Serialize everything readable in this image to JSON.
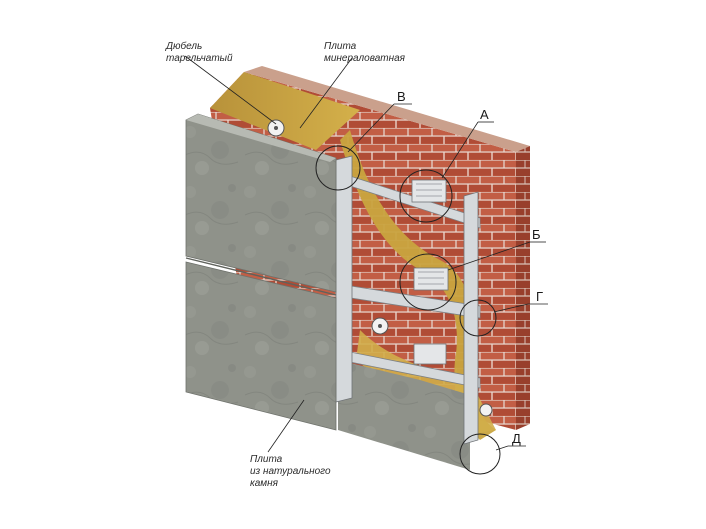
{
  "labels": {
    "dowel": [
      "Дюбель",
      "тарельчатый"
    ],
    "mineral_wool": [
      "Плита",
      "минераловатная"
    ],
    "stone_slab": [
      "Плита",
      "из натурального",
      "камня"
    ]
  },
  "callouts": {
    "A": "А",
    "B": "Б",
    "V": "В",
    "G": "Г",
    "D": "Д"
  },
  "colors": {
    "brick": "#b8543c",
    "mortar": "#e9d8cf",
    "wool": "#c9a43f",
    "stone": "#8f928a",
    "metal": "#d5d9dc"
  }
}
